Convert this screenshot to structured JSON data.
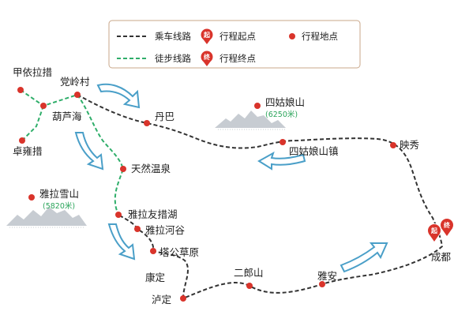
{
  "legend": {
    "drive_route": "乘车线路",
    "hike_route": "徒步线路",
    "trip_start": "行程起点",
    "trip_end": "行程终点",
    "trip_spot": "行程地点",
    "start_badge": "起",
    "end_badge": "终"
  },
  "places": {
    "jiayi_lacuo": "甲依拉措",
    "danglingcun": "党岭村",
    "huluhai": "葫芦海",
    "zhuoyongcuo": "卓雍措",
    "danba": "丹巴",
    "tianran_wenquan": "天然温泉",
    "siguniang_shan": "四姑娘山",
    "siguniang_elev": "(6250米)",
    "siguniang_zhen": "四姑娘山镇",
    "yingxiu": "映秀",
    "yala_xueshan": "雅拉雪山",
    "yala_elev": "(5820米)",
    "yala_youcuo_hu": "雅拉友措湖",
    "yala_hegu": "雅拉河谷",
    "tagong_caoyuan": "塔公草原",
    "kangding": "康定",
    "luding": "泸定",
    "erlangshan": "二郎山",
    "yaan": "雅安",
    "chengdu": "成都"
  },
  "colors": {
    "drive_line": "#333333",
    "hike_line": "#2fae6a",
    "spot_dot": "#d9342b",
    "pin": "#d9342b",
    "arrow": "#4a9fc8",
    "mountain": "#b5bcc4",
    "legend_border": "#c9a78a"
  }
}
